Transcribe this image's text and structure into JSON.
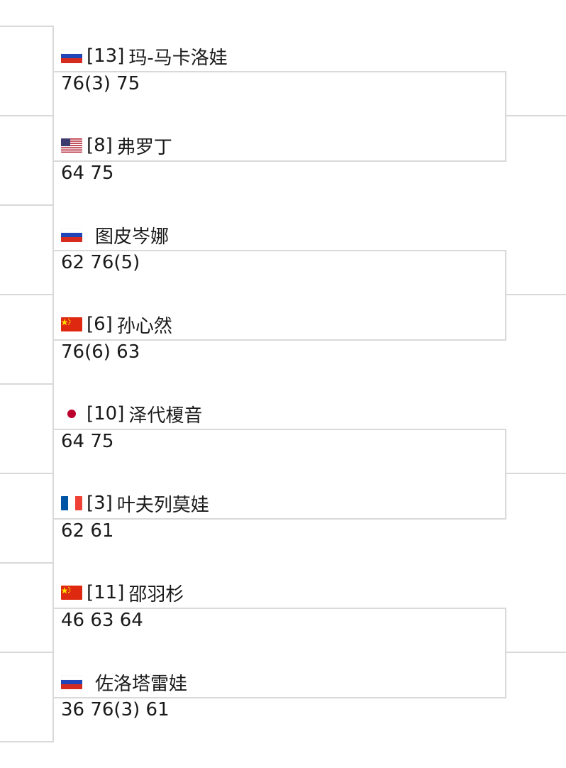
{
  "matches": [
    {
      "top": {
        "flag": "russia-flag",
        "seed": "[13]",
        "name": "玛-马卡洛娃",
        "score": "76(3) 75"
      },
      "bottom": {
        "flag": "usa-flag",
        "seed": "[8]",
        "name": "弗罗丁",
        "score": "64 75"
      }
    },
    {
      "top": {
        "flag": "russia-flag",
        "seed": "",
        "name": "图皮岑娜",
        "score": "62 76(5)"
      },
      "bottom": {
        "flag": "china-flag",
        "seed": "[6]",
        "name": "孙心然",
        "score": "76(6) 63"
      }
    },
    {
      "top": {
        "flag": "japan-flag",
        "seed": "[10]",
        "name": "泽代榎音",
        "score": "64 75"
      },
      "bottom": {
        "flag": "france-flag",
        "seed": "[3]",
        "name": "叶夫列莫娃",
        "score": "62 61"
      }
    },
    {
      "top": {
        "flag": "china-flag",
        "seed": "[11]",
        "name": "邵羽杉",
        "score": "46 63 64"
      },
      "bottom": {
        "flag": "russia-flag",
        "seed": "",
        "name": "佐洛塔雷娃",
        "score": "36 76(3) 61"
      }
    }
  ],
  "colors": {
    "line": "#d9d9d9",
    "text": "#1a1a1a",
    "russia": [
      "#ffffff",
      "#1f45b8",
      "#d52b1e"
    ],
    "china": "#de2910",
    "china_star": "#ffde00",
    "japan": "#bc002d",
    "france": [
      "#0055a4",
      "#ffffff",
      "#ef4135"
    ]
  }
}
